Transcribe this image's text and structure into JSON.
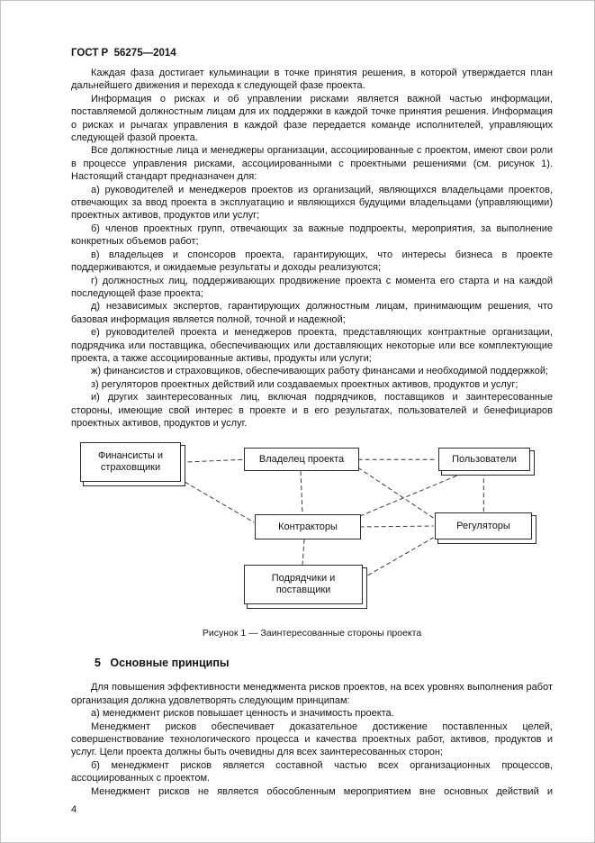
{
  "page": {
    "header": "ГОСТ Р  56275—2014",
    "page_number": "4"
  },
  "colors": {
    "ink": "#141414",
    "diagram_line": "#3a3a3a"
  },
  "body": {
    "paragraphs": [
      "Каждая фаза достигает кульминации в точке принятия решения, в которой утверждается план дальнейшего движения и перехода к следующей фазе проекта.",
      "Информация о рисках и об управлении рисками является важной частью информации, поставляемой должностным лицам для их поддержки в каждой точке принятия решения. Информация о рисках и рычагах управления в каждой фазе передается команде исполнителей, управляющих следующей фазой проекта.",
      "Все должностные лица и менеджеры организации, ассоциированные с проектом, имеют свои роли в процессе управления рисками, ассоциированными с проектными решениями (см. рисунок 1). Настоящий стандарт предназначен для:",
      "а)  руководителей и менеджеров проектов из организаций, являющихся владельцами проектов, отвечающих за ввод проекта в эксплуатацию и являющихся будущими владельцами (управляющими) проектных активов, продуктов или услуг;",
      "б)  членов проектных групп, отвечающих за важные подпроекты, мероприятия, за выполнение конкретных объемов работ;",
      "в)  владельцев и спонсоров проекта, гарантирующих, что интересы бизнеса в проекте поддерживаются, и ожидаемые результаты и доходы реализуются;",
      "г)  должностных лиц, поддерживающих продвижение проекта с момента его старта и на каждой последующей фазе проекта;",
      "д)  независимых экспертов, гарантирующих должностным лицам, принимающим решения, что базовая информация является полной, точной и надежной;",
      "е)  руководителей проекта и менеджеров проекта, представляющих контрактные организации, подрядчика или поставщика, обеспечивающих или доставляющих некоторые или все комплектующие проекта, а также ассоциированные активы, продукты или услуги;",
      "ж)  финансистов и страховщиков, обеспечивающих работу финансами и необходимой поддержкой;",
      "з)  регуляторов проектных действий или создаваемых проектных активов, продуктов и услуг;",
      "и)  других заинтересованных лиц, включая подрядчиков, поставщиков и заинтересованные стороны, имеющие свой интерес в проекте и в его результатах, пользователей и бенефициаров проектных активов, продуктов и услуг."
    ]
  },
  "figure": {
    "caption": "Рисунок 1 — Заинтересованные стороны проекта",
    "boxes": {
      "finance": "Финансисты и страховщики",
      "owner": "Владелец проекта",
      "users": "Пользователи",
      "contractors": "Контракторы",
      "regulators": "Регуляторы",
      "suppliers": "Подрядчики и поставщики"
    }
  },
  "section": {
    "heading": "5   Основные принципы",
    "paragraphs": [
      "Для повышения эффективности менеджмента рисков проектов, на всех уровнях выполнения работ организация должна удовлетворять следующим принципам:",
      "а)  менеджмент рисков повышает ценность и значимость проекта.",
      "Менеджмент рисков обеспечивает доказательное достижение поставленных целей, совершенствование технологического процесса и качества проектных работ, активов, продуктов и услуг. Цели проекта должны быть очевидны для всех заинтересованных сторон;",
      "б)  менеджмент рисков является составной частью всех организационных процессов, ассоциированных с проектом.",
      "Менеджмент рисков не является обособленным мероприятием вне основных действий и"
    ]
  }
}
